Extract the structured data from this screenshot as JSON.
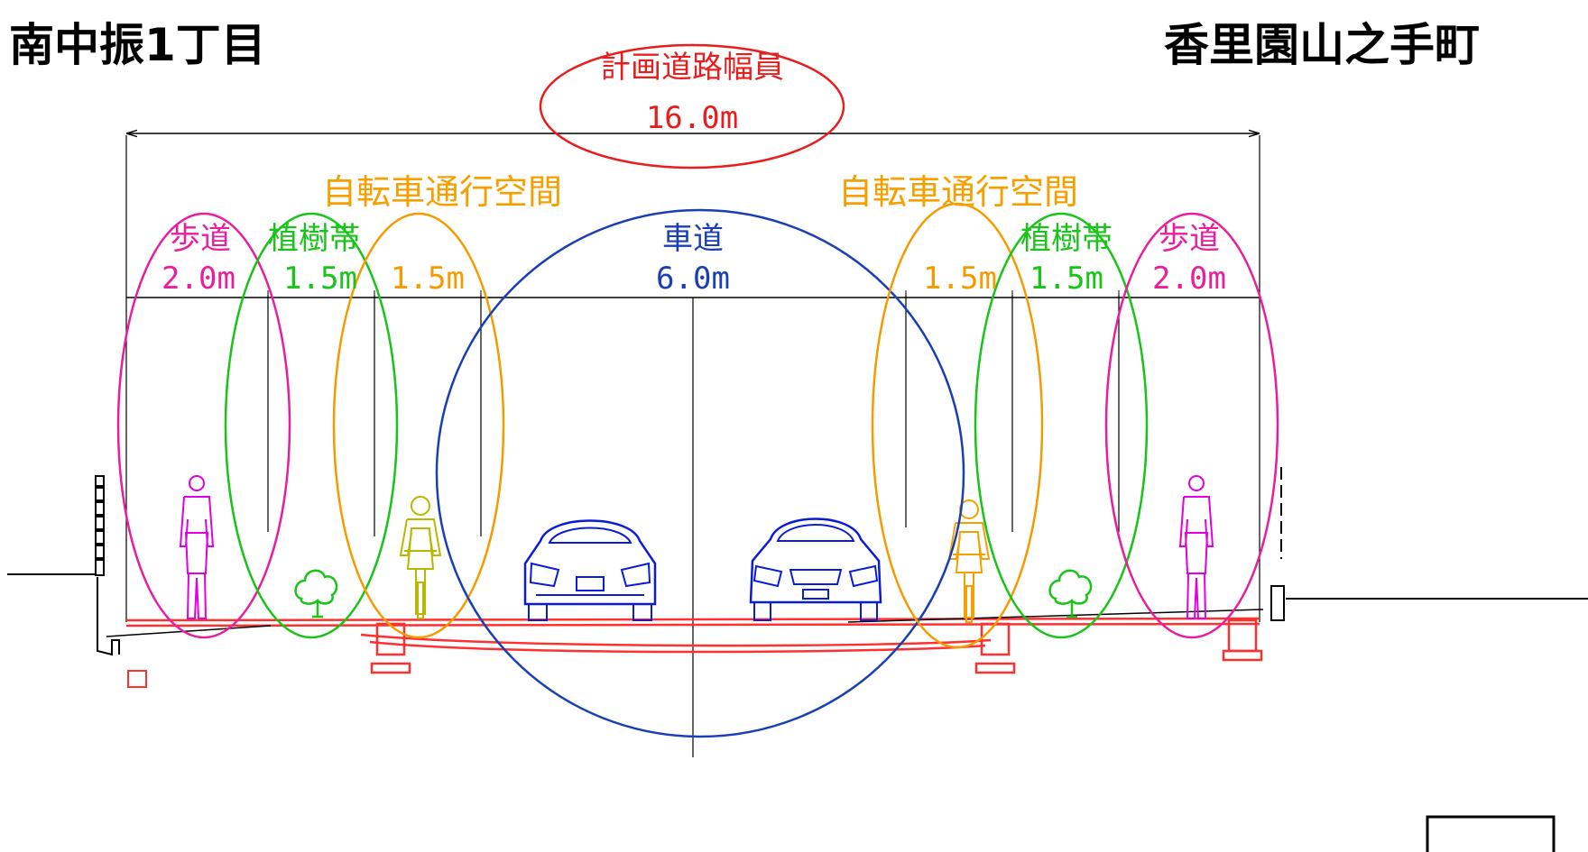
{
  "titles": {
    "left": "南中振1丁目",
    "right": "香里園山之手町"
  },
  "planned": {
    "label": "計画道路幅員",
    "width": "16.0m"
  },
  "bike_space": {
    "left": "自転車通行空間",
    "right": "自転車通行空間"
  },
  "sections": [
    {
      "label": "歩道",
      "width": "2.0m",
      "color": "#e91e9c"
    },
    {
      "label": "植樹帯",
      "width": "1.5m",
      "color": "#19c419"
    },
    {
      "label": "",
      "width": "1.5m",
      "color": "#f59b00"
    },
    {
      "label": "車道",
      "width": "6.0m",
      "color": "#1a3fb5"
    },
    {
      "label": "",
      "width": "1.5m",
      "color": "#f59b00"
    },
    {
      "label": "植樹帯",
      "width": "1.5m",
      "color": "#19c419"
    },
    {
      "label": "歩道",
      "width": "2.0m",
      "color": "#e91e9c"
    }
  ],
  "colors": {
    "planned": "#e81e1e",
    "bike_text": "#f5a000",
    "pavement": "#ff3030",
    "vehicle": "#0b1cd8",
    "person": "#e000e0",
    "tree": "#19c419",
    "cyclist": "#b8b800"
  },
  "icons": [
    "pedestrian-icon",
    "tree-icon",
    "cyclist-icon",
    "car-rear-icon",
    "car-front-icon"
  ]
}
